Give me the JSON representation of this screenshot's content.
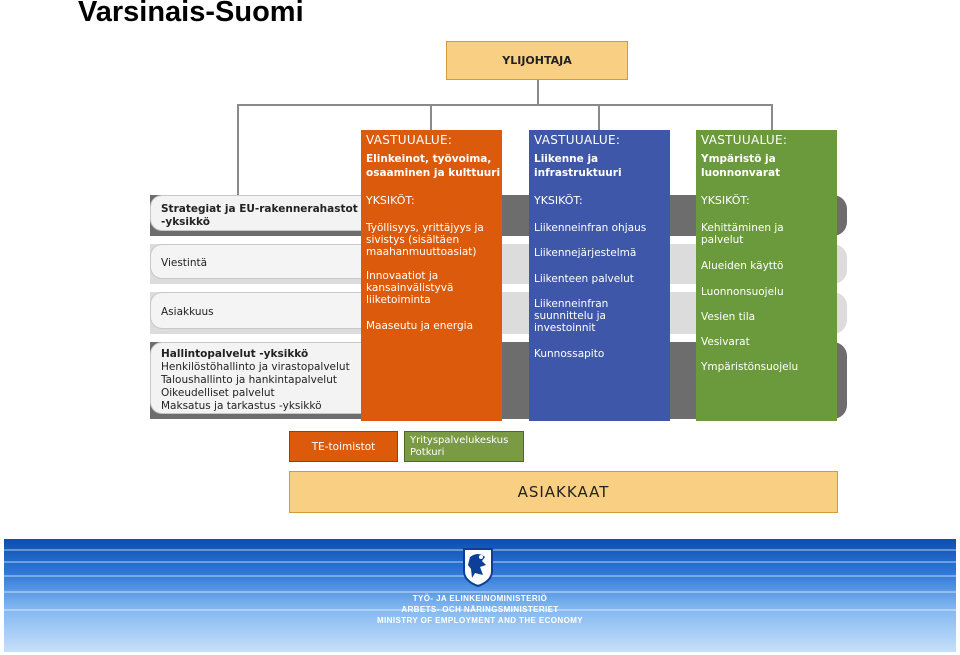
{
  "page_title": "Varsinais-Suomi",
  "leader": "YLIJOHTAJA",
  "left_units": {
    "strategy": [
      "Strategiat ja EU-rakennerahastot",
      "-yksikkö"
    ],
    "communications": "Viestintä",
    "customers": "Asiakkuus",
    "admin_title": "Hallintopalvelut -yksikkö",
    "admin_items": [
      "Henkilöstöhallinto ja virastopalvelut",
      "Taloushallinto ja hankintapalvelut",
      "Oikeudelliset palvelut",
      "Maksatus ja tarkastus -yksikkö"
    ]
  },
  "columns": [
    {
      "header": "VASTUUALUE:",
      "area": [
        "Elinkeinot, työvoima,",
        "osaaminen ja kulttuuri"
      ],
      "units_header": "YKSIKÖT:",
      "units": [
        [
          "Työllisyys, yrittäjyys ja",
          "sivistys (sisältäen",
          "maahanmuuttoasiat)"
        ],
        [
          "Innovaatiot ja",
          "kansainvälistyvä",
          "liiketoiminta"
        ],
        [
          "Maaseutu ja energia"
        ]
      ]
    },
    {
      "header": "VASTUUALUE:",
      "area": [
        "Liikenne ja",
        "infrastruktuuri"
      ],
      "units_header": "YKSIKÖT:",
      "units": [
        [
          "Liikenneinfran ohjaus"
        ],
        [
          "Liikennejärjestelmä"
        ],
        [
          "Liikenteen palvelut"
        ],
        [
          "Liikenneinfran",
          "suunnittelu ja",
          "investoinnit"
        ],
        [
          "Kunnossapito"
        ]
      ]
    },
    {
      "header": "VASTUUALUE:",
      "area": [
        "Ympäristö ja",
        "luonnonvarat"
      ],
      "units_header": "YKSIKÖT:",
      "units": [
        [
          "Kehittäminen ja",
          "palvelut"
        ],
        [
          "Alueiden käyttö"
        ],
        [
          "Luonnonsuojelu"
        ],
        [
          "Vesien tila"
        ],
        [
          "Vesivarat"
        ],
        [
          "Ympäristönsuojelu"
        ]
      ]
    }
  ],
  "te_offices": "TE-toimistot",
  "business_service": [
    "Yrityspalvelukeskus",
    "Potkuri"
  ],
  "customers_label": "ASIAKKAAT",
  "ministry": {
    "fi": "TYÖ- JA ELINKEINOMINISTERIÖ",
    "sv": "ARBETS- OCH NÄRINGSMINISTERIET",
    "en": "MINISTRY OF EMPLOYMENT AND THE ECONOMY"
  },
  "colors": {
    "orange": "#dc5a0c",
    "blue": "#3f57a8",
    "green": "#6b9a3c",
    "peach": "#f9cf83",
    "footer_blue": "#1c63c4"
  },
  "icons": [
    "lion-crest-icon"
  ]
}
